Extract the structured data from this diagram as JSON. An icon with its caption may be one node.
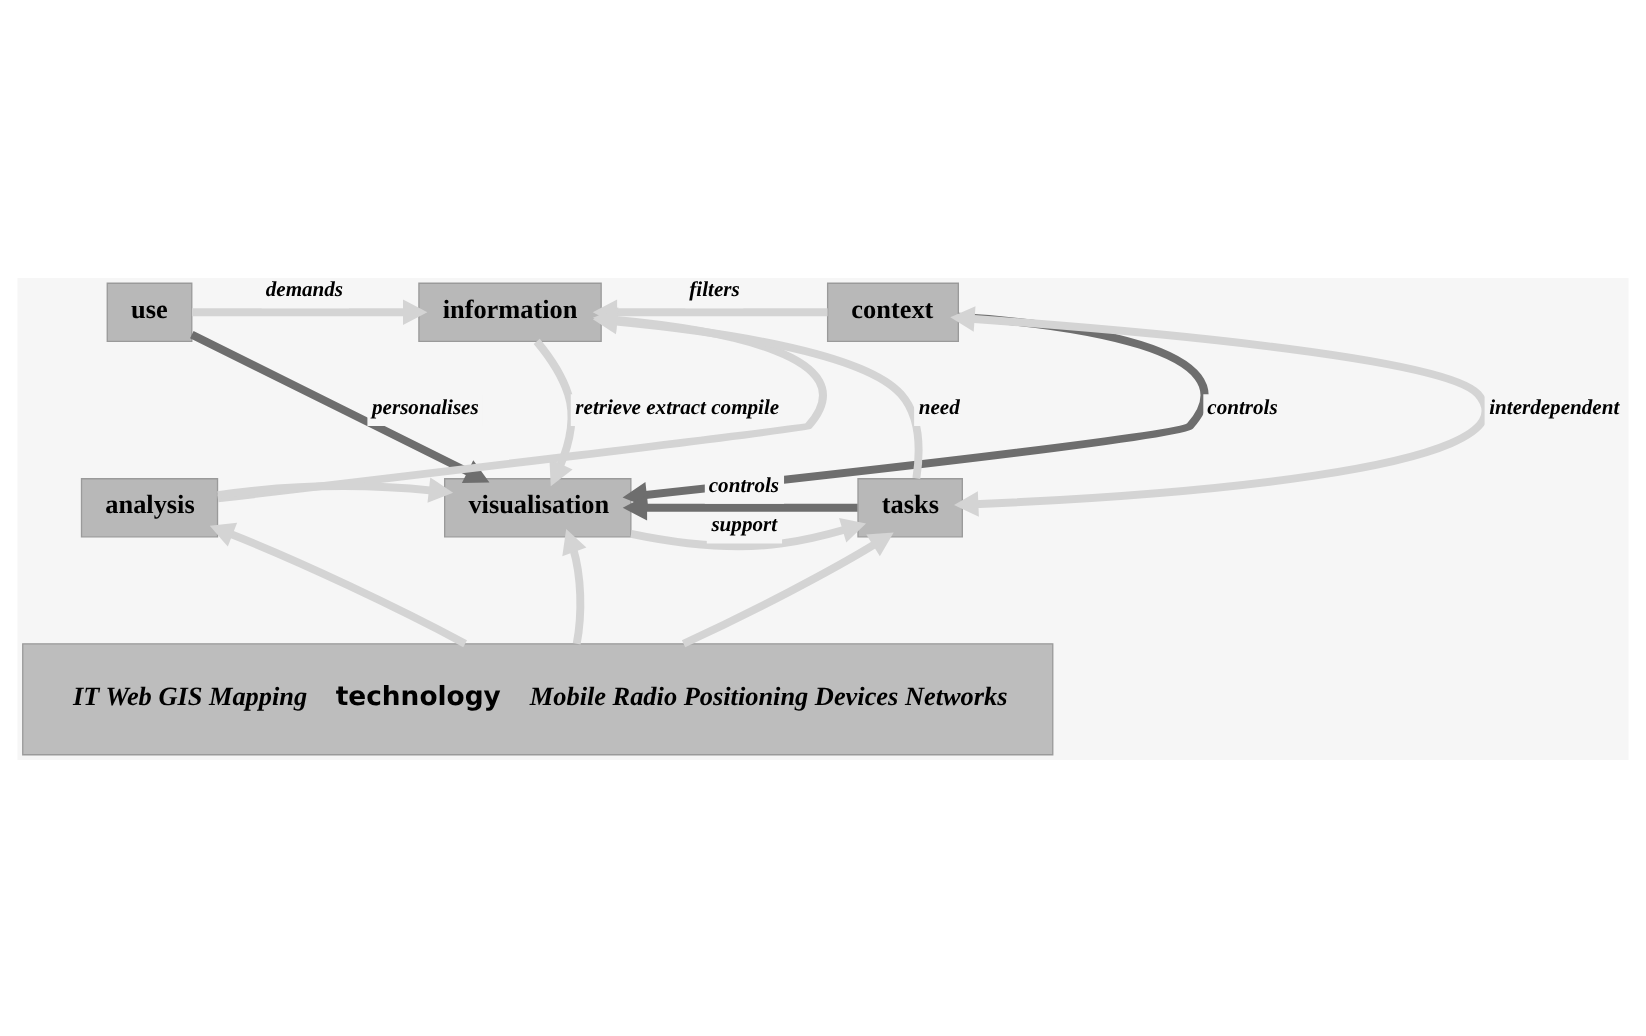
{
  "diagram": {
    "nodes": [
      {
        "text": [
          "use"
        ]
      },
      {
        "text": [
          "information"
        ]
      },
      {
        "text": [
          "context"
        ]
      },
      {
        "text": [
          "analysis"
        ]
      },
      {
        "text": [
          "visualisation"
        ]
      },
      {
        "text": [
          "tasks"
        ]
      },
      {
        "text": [
          "IT Web GIS Mapping",
          "technology",
          "Mobile Radio Positioning Devices Networks"
        ]
      }
    ],
    "edges": [
      {
        "from": 0,
        "to": 1,
        "arrow": "to",
        "label": "demands"
      },
      {
        "from": 2,
        "to": 1,
        "arrow": "to",
        "label": "filters"
      },
      {
        "from": 0,
        "to": 4,
        "arrow": "to",
        "label": "personalises",
        "color": "#6e6e6e"
      },
      {
        "from": 3,
        "to": 1,
        "arrow": "to"
      },
      {
        "from": 1,
        "to": 4,
        "arrow": "to",
        "label": "retrieve extract compile"
      },
      {
        "from": 2,
        "to": 4,
        "arrow": "to",
        "label": "controls",
        "color": "#6e6e6e"
      },
      {
        "from": 5,
        "to": 1,
        "arrow": "to",
        "label": "need"
      },
      {
        "from": 2,
        "to": 5,
        "arrow": "both",
        "label": "interdependent"
      },
      {
        "from": 3,
        "to": 4,
        "arrow": "to"
      },
      {
        "from": 5,
        "to": 4,
        "arrow": "to",
        "label": "controls",
        "color": "#6e6e6e"
      },
      {
        "from": 4,
        "to": 5,
        "arrow": "to",
        "label": "support"
      },
      {
        "from": 6,
        "to": 3,
        "arrow": "to"
      },
      {
        "from": 6,
        "to": 4,
        "arrow": "to"
      },
      {
        "from": 6,
        "to": 5,
        "arrow": "to"
      }
    ]
  }
}
